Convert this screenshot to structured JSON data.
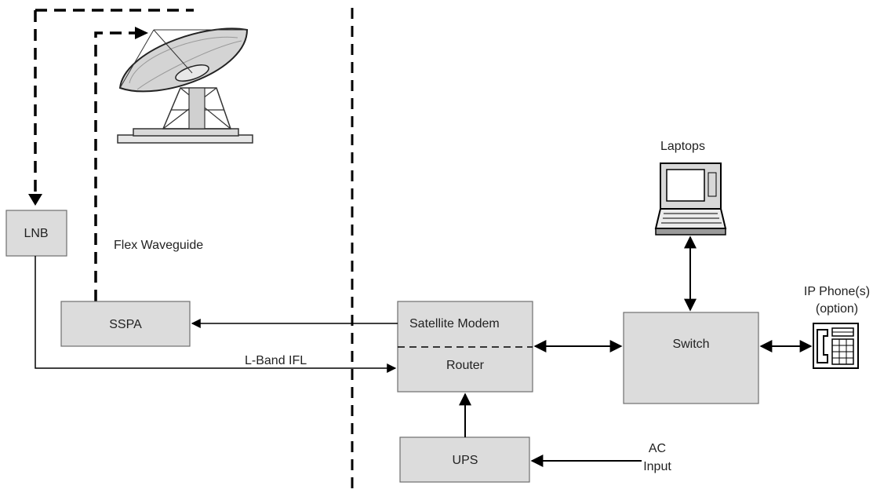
{
  "labels": {
    "lnb": "LNB",
    "sspa": "SSPA",
    "flex_waveguide": "Flex Waveguide",
    "l_band_ifl": "L-Band IFL",
    "satellite_modem": "Satellite Modem",
    "router": "Router",
    "ups": "UPS",
    "ac_input_line1": "AC",
    "ac_input_line2": "Input",
    "switch": "Switch",
    "laptops": "Laptops",
    "ip_phone_line1": "IP Phone(s)",
    "ip_phone_line2": "(option)"
  }
}
